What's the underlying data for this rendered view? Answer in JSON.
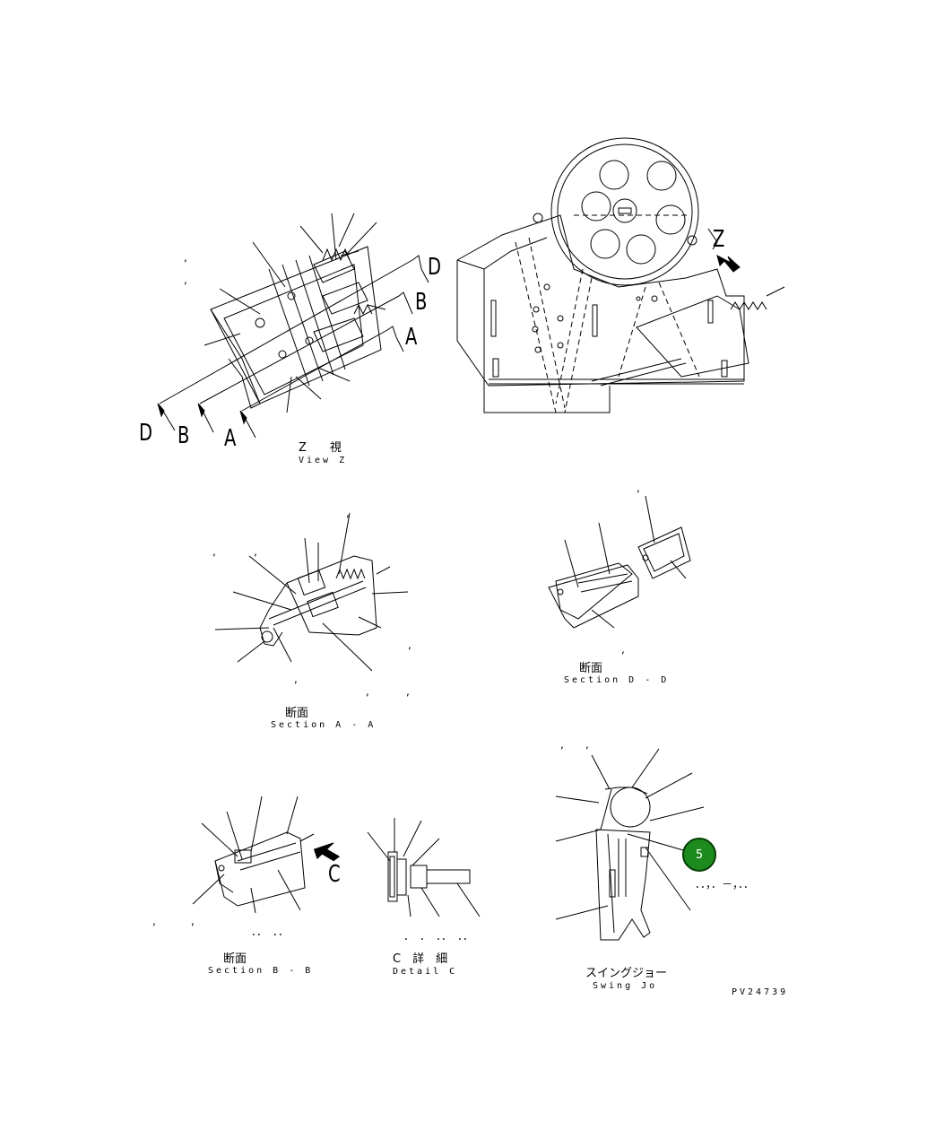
{
  "views": {
    "view_z": {
      "jp": "Z　　視",
      "en": "View Z"
    },
    "section_aa": {
      "jp": "断面",
      "en": "Section A - A"
    },
    "section_dd": {
      "jp": "断面",
      "en": "Section D - D"
    },
    "section_bb": {
      "jp": "断面",
      "en": "Section B - B"
    },
    "detail_c": {
      "jp": "C　詳　細",
      "en": "Detail C"
    },
    "swing_jaw": {
      "jp": "スイングジョー",
      "en": "Swing Jo"
    }
  },
  "section_letters": {
    "d_top": "D",
    "b_top": "B",
    "a_top": "A",
    "d_bottom": "D",
    "b_bottom": "B",
    "a_bottom": "A",
    "z_arrow": "Z",
    "c_arrow": "C"
  },
  "callout": {
    "number": "5",
    "note": "．．，．－，．．"
  },
  "drawing_id": "PV24739",
  "marks": {
    "comma": ",",
    "dots_bb": "．．　．．",
    "dots_c": "．　．　．．　．．"
  },
  "colors": {
    "badge_fill": "#1c8a1c",
    "badge_border": "#063d06",
    "line": "#000000"
  }
}
